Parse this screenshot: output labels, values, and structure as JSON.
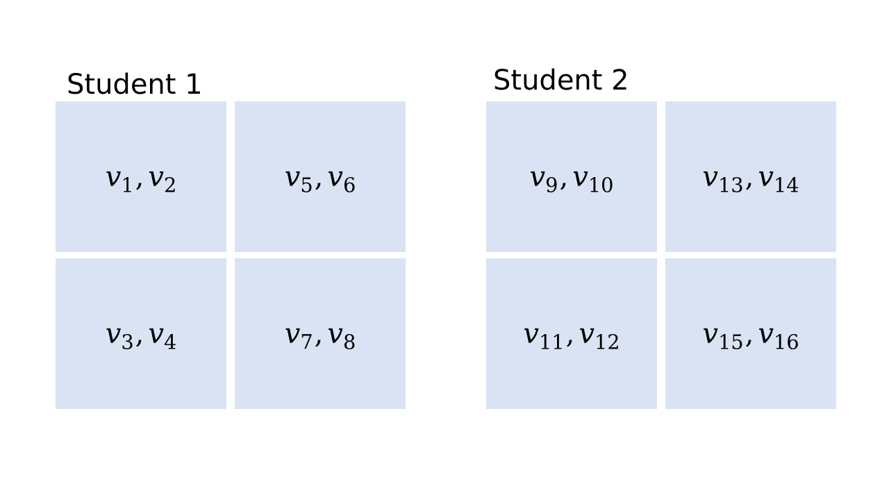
{
  "groups": [
    {
      "title": "Student 1",
      "cells": [
        {
          "a": "1",
          "b": "2"
        },
        {
          "a": "5",
          "b": "6"
        },
        {
          "a": "3",
          "b": "4"
        },
        {
          "a": "7",
          "b": "8"
        }
      ]
    },
    {
      "title": "Student 2",
      "cells": [
        {
          "a": "9",
          "b": "10"
        },
        {
          "a": "13",
          "b": "14"
        },
        {
          "a": "11",
          "b": "12"
        },
        {
          "a": "15",
          "b": "16"
        }
      ]
    }
  ],
  "symbol": "v",
  "separator": ",",
  "colors": {
    "cell_fill": "#dae3f3",
    "background": "#ffffff",
    "text": "#000000"
  }
}
